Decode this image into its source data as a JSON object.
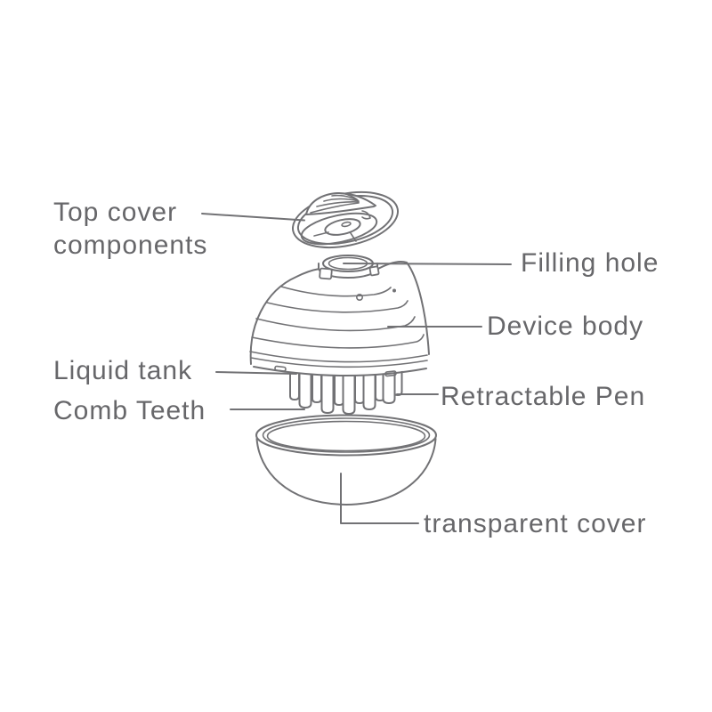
{
  "page": {
    "background": "#ffffff"
  },
  "colors": {
    "line": "#727275",
    "text": "#67676a"
  },
  "diagram": {
    "type": "exploded-product-diagram",
    "labels": {
      "top_cover": "Top cover\ncomponents",
      "filling_hole": "Filling hole",
      "device_body": "Device body",
      "liquid_tank": "Liquid tank",
      "comb_teeth": "Comb Teeth",
      "retractable_pen": "Retractable Pen",
      "transparent_cover": "transparent cover"
    }
  }
}
